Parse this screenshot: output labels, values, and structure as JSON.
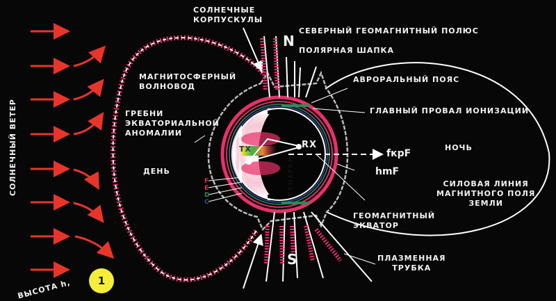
{
  "labels": {
    "solar_wind": "СОЛНЕЧНЫЙ ВЕТЕР",
    "solar_corpuscles": "СОЛНЕЧНЫЕ\nКОРПУСКУЛЫ",
    "north_pole": "СЕВЕРНЫЙ ГЕОМАГНИТНЫЙ ПОЛЮС",
    "polar_cap": "ПОЛЯРНАЯ ШАПКА",
    "n": "N",
    "s": "S",
    "auroral_belt": "АВРОРАЛЬНЫЙ ПОЯС",
    "main_trough": "ГЛАВНЫЙ ПРОВАЛ ИОНИЗАЦИИ",
    "waveguide": "МАГНИТОСФЕРНЫЙ\nВОЛНОВОД",
    "ridges": "ГРЕБНИ\nЭКВАТОРИАЛЬНОЙ\nАНОМАЛИИ",
    "day": "ДЕНЬ",
    "night": "НОЧЬ",
    "twilight": "СУМЕРКИ",
    "tx": "TX",
    "rx": "RX",
    "fkpf": "fкрF",
    "hmf": "hmF",
    "field_line": "СИЛОВАЯ ЛИНИЯ\nМАГНИТНОГО ПОЛЯ\nЗЕМЛИ",
    "geomag_equator": "ГЕОМАГНИТНЫЙ\nЭКВАТОР",
    "plasma_tube": "ПЛАЗМЕННАЯ\nТРУБКА",
    "height": "ВЫСОТА h,",
    "figure_number": "1"
  },
  "layers": [
    {
      "name": "F",
      "color": "#e8305a"
    },
    {
      "name": "E",
      "color": "#d8306a"
    },
    {
      "name": "D",
      "color": "#2a8a5a"
    },
    {
      "name": "C",
      "color": "#3a4aa0"
    }
  ],
  "colors": {
    "arrow": "#e8352a",
    "coil": "#e8306a",
    "badge": "#f4ee3a"
  }
}
